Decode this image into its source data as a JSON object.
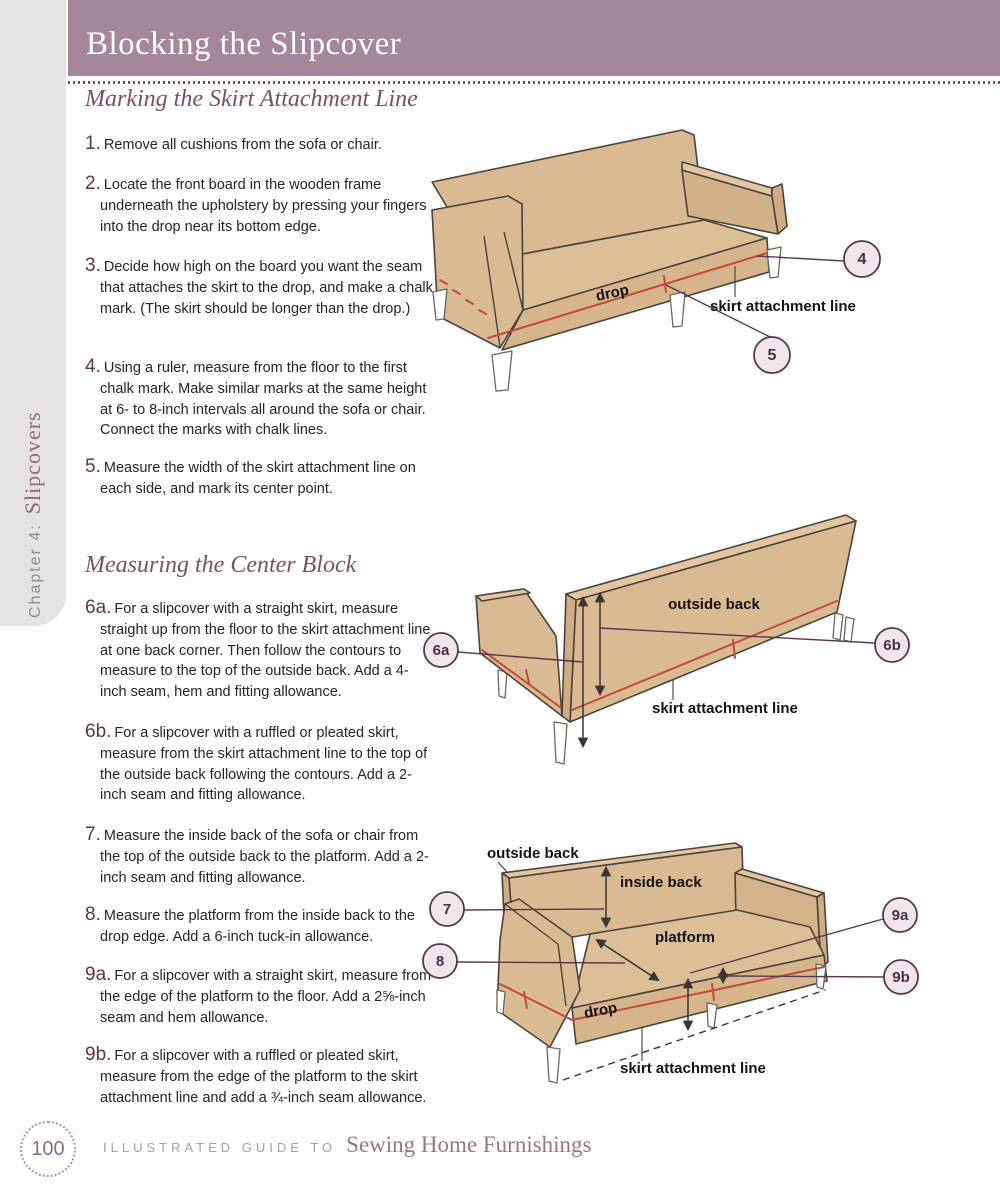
{
  "header": {
    "title": "Blocking the Slipcover"
  },
  "sidebar": {
    "chapter": "Chapter 4:",
    "title": "Slipcovers"
  },
  "footer": {
    "page_number": "100",
    "series": "ILLUSTRATED GUIDE TO",
    "book_title": "Sewing Home Furnishings"
  },
  "sections": [
    {
      "heading": "Marking the Skirt Attachment Line",
      "steps": [
        {
          "num": "1.",
          "text": "Remove all cushions from the sofa or chair."
        },
        {
          "num": "2.",
          "text": "Locate the front board in the wooden frame underneath the upholstery by pressing your fingers into the drop near its bottom edge."
        },
        {
          "num": "3.",
          "text": "Decide how high on the board you want the seam that attaches the skirt to the drop, and make a chalk mark. (The skirt should be longer than the drop.)"
        },
        {
          "num": "4.",
          "text": "Using a ruler, measure from the floor to the first chalk mark. Make similar marks at the same height at 6- to 8-inch intervals all around the sofa or chair. Connect the marks with chalk lines."
        },
        {
          "num": "5.",
          "text": "Measure the width of the skirt attachment line on each side, and mark its center point."
        }
      ]
    },
    {
      "heading": "Measuring the Center Block",
      "steps": [
        {
          "num": "6a.",
          "text": "For a slipcover with a straight skirt, measure straight up from the floor to the skirt attachment line at one back corner. Then follow the contours to measure to the top of the outside back. Add a 4-inch seam, hem and fitting allowance."
        },
        {
          "num": "6b.",
          "text": "For a slipcover with a ruffled or pleated skirt, measure from the skirt attachment line to the top of the outside back following the contours. Add a 2-inch seam and fitting allowance."
        },
        {
          "num": "7.",
          "text": "Measure the inside back of the sofa or chair from the top of the outside back to the platform. Add a 2-inch seam and fitting allowance."
        },
        {
          "num": "8.",
          "text": "Measure the platform from the inside back to the drop edge. Add a 6-inch tuck-in allowance."
        },
        {
          "num": "9a.",
          "text": "For a slipcover with a straight skirt, measure from the edge of the platform to the floor. Add a 2⅝-inch seam and hem allowance."
        },
        {
          "num": "9b.",
          "text": "For a slipcover with a ruffled or pleated skirt, measure from the edge of the platform to the skirt attachment line and add a ¾-inch seam allowance."
        }
      ]
    }
  ],
  "figures": [
    {
      "name": "sofa angled front view",
      "labels": {
        "drop": "drop",
        "skirt_line": "skirt attachment line"
      },
      "callouts": [
        "4",
        "5"
      ]
    },
    {
      "name": "sofa back view",
      "labels": {
        "outside_back": "outside back",
        "skirt_line": "skirt attachment line"
      },
      "callouts": [
        "6a",
        "6b"
      ]
    },
    {
      "name": "sofa front view",
      "labels": {
        "outside_back": "outside back",
        "inside_back": "inside back",
        "platform": "platform",
        "drop": "drop",
        "skirt_line": "skirt attachment line"
      },
      "callouts": [
        "7",
        "8",
        "9a",
        "9b"
      ]
    }
  ],
  "colors": {
    "header_bg": "#a5879b",
    "accent_purple": "#7b4f6b",
    "callout_purple": "#5a3550",
    "chalk_red": "#c14b3d",
    "sofa_tan": "#d9ba92"
  }
}
